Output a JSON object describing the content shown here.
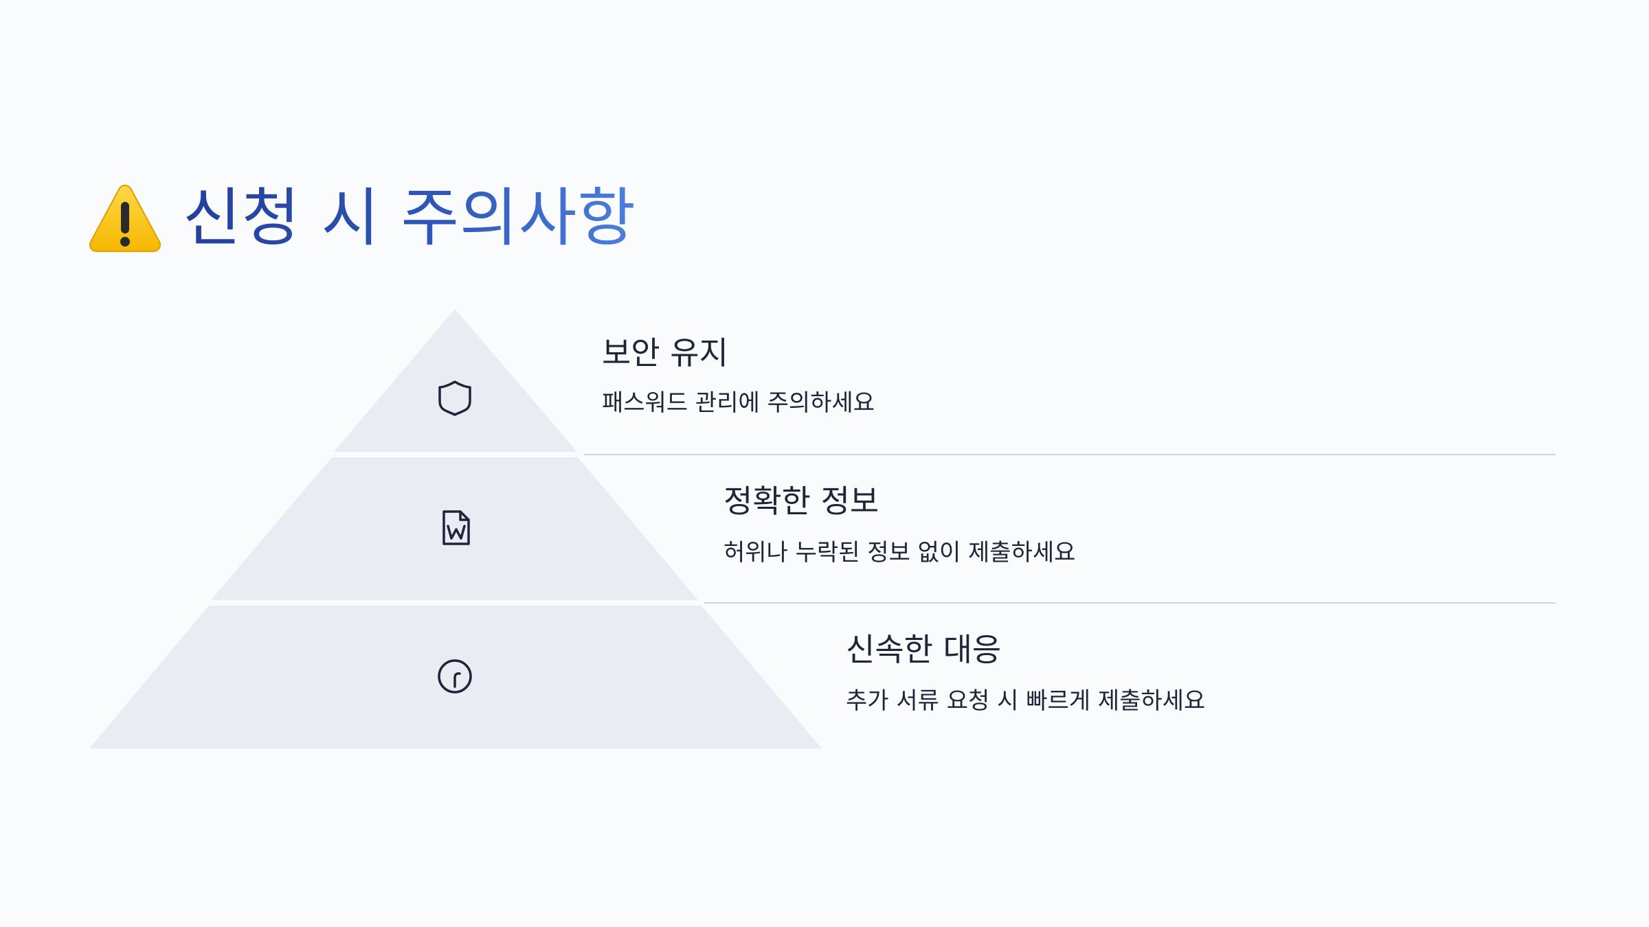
{
  "slide": {
    "background": "#f9fbfd",
    "title": {
      "icon": "warning-icon",
      "text": "신청 시 주의사항",
      "color_start": "#243f9b",
      "color_end": "#4c7fdc"
    }
  },
  "pyramid": {
    "fill": "#e9ecf2",
    "divider_color": "#cfd3da",
    "levels": [
      {
        "icon": "shield-icon",
        "heading": "보안 유지",
        "description": "패스워드 관리에 주의하세요"
      },
      {
        "icon": "word-document-icon",
        "heading": "정확한 정보",
        "description": "허위나 누락된 정보 없이 제출하세요"
      },
      {
        "icon": "clock-icon",
        "heading": "신속한 대응",
        "description": "추가 서류 요청 시 빠르게 제출하세요"
      }
    ]
  }
}
